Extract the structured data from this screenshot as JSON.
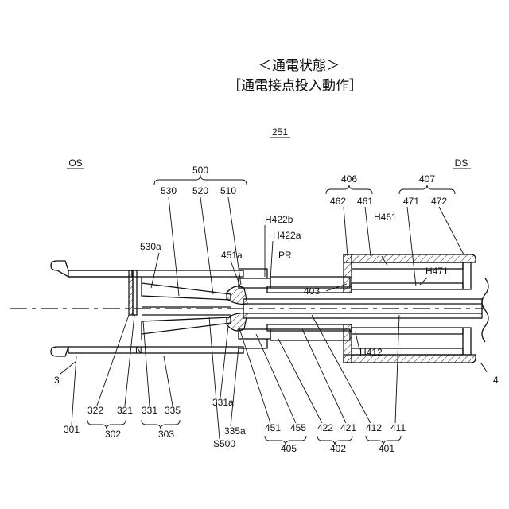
{
  "title_main": "＜通電状態＞",
  "title_sub": "［通電接点投入動作］",
  "figure_ref": "251",
  "side_left": "OS",
  "side_right": "DS",
  "labels": {
    "l500": "500",
    "l530": "530",
    "l520": "520",
    "l510": "510",
    "l406": "406",
    "l462": "462",
    "l461": "461",
    "l407": "407",
    "l471": "471",
    "l472": "472",
    "lH422b": "H422b",
    "lH422a": "H422a",
    "lH461": "H461",
    "l530a": "530a",
    "l451a": "451a",
    "lPR": "PR",
    "lH471": "H471",
    "l403": "403",
    "lH412": "H412",
    "l3": "3",
    "l4": "4",
    "l331a": "331a",
    "l335a": "335a",
    "lS500": "S500",
    "l301": "301",
    "l322": "322",
    "l321": "321",
    "l331": "331",
    "l335": "335",
    "l302": "302",
    "l303": "303",
    "l451": "451",
    "l455": "455",
    "l422": "422",
    "l421": "421",
    "l412": "412",
    "l411": "411",
    "l405": "405",
    "l402": "402",
    "l401": "401"
  }
}
